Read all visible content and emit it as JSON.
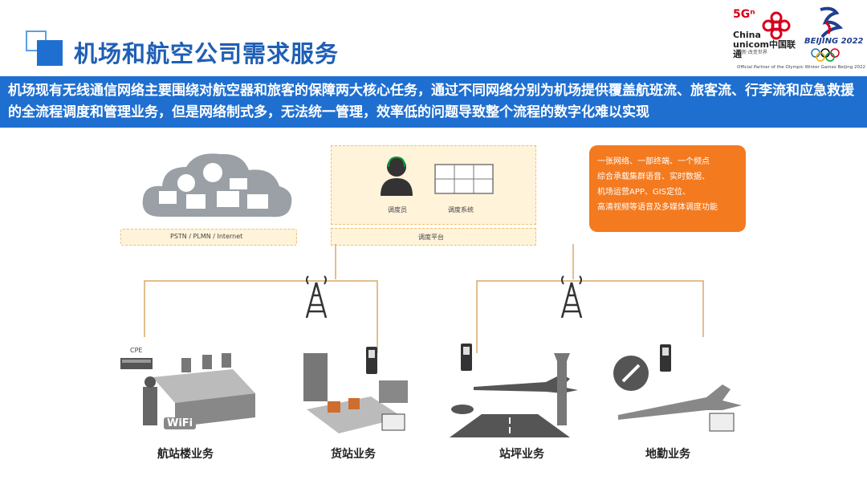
{
  "header": {
    "title": "机场和航空公司需求服务",
    "description": "机场现有无线通信网络主要围绕对航空器和旅客的保障两大核心任务，通过不同网络分别为机场提供覆盖航班流、旅客流、行李流和应急救援的全流程调度和管理业务，但是网络制式多，无法统一管理，效率低的问题导致整个流程的数字化难以实现"
  },
  "logos": {
    "fiveg": "5Gⁿ",
    "unicom_en": "China unicom中国联通",
    "unicom_slogan": "创新·改变世界",
    "beijing": "BEIJING 2022",
    "partner": "Official Partner of the Olympic Winter Games Beijing 2022"
  },
  "diagram": {
    "network_label": "PSTN / PLMN / Internet",
    "dispatcher_label": "调度员",
    "dispatch_system_label": "调度系统",
    "platform_label": "调度平台",
    "cpe_label": "CPE",
    "wifi_label": "WiFi",
    "feature_note": [
      "一张网络、一部终端、一个频点",
      "综合承载集群语音、实时数据、",
      "机场运营APP、GIS定位、",
      "高清视频等语音及多媒体调度功能"
    ],
    "services": [
      "航站楼业务",
      "货站业务",
      "站坪业务",
      "地勤业务"
    ]
  },
  "colors": {
    "brand_blue": "#1f6fd0",
    "accent_orange": "#f47a1f",
    "panel_cream": "#fff3da",
    "unicom_red": "#d6001c"
  }
}
